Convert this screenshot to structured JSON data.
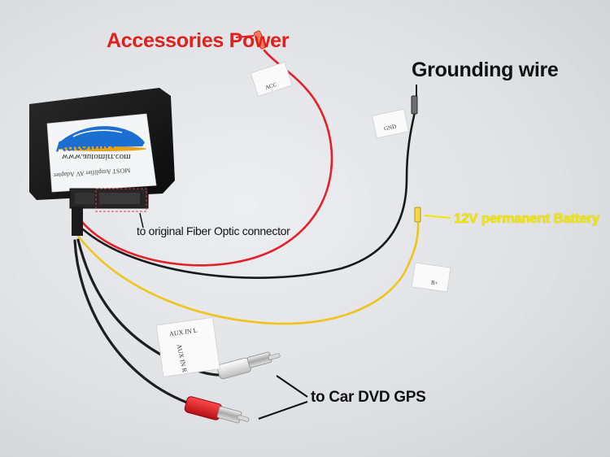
{
  "labels": {
    "accessories_power": "Accessories Power",
    "grounding_wire": "Grounding wire",
    "battery": "12V permanent Battery",
    "fiber_connector": "to original Fiber Optic connector",
    "car_dvd": "to Car DVD GPS"
  },
  "box": {
    "brand": "AutoMirr",
    "mirror_text": "www.automirr.com",
    "model_text": "MOST Amplifier AV Adapter"
  },
  "wire_tags": {
    "acc": "ACC",
    "gnd": "GND",
    "battery": "B+",
    "aux_left": "AUX IN L",
    "aux_right": "AUX IN R"
  },
  "colors": {
    "accessories_label": "#e0201c",
    "battery_label": "#f2e600",
    "red_wire": "#e32126",
    "black_wire": "#1a1a1a",
    "yellow_wire": "#f0c419",
    "box_body": "#151515"
  }
}
